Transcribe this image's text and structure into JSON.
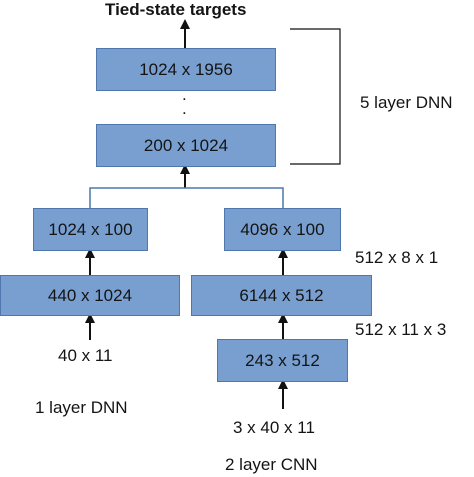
{
  "title": "Tied-state targets",
  "dnn_stack": {
    "top_layer": "1024 x 1956",
    "ellipsis": ".",
    "bottom_layer": "200 x 1024",
    "bracket_label": "5 layer DNN"
  },
  "left_branch": {
    "upper_layer": "1024 x 100",
    "lower_layer": "440 x 1024",
    "input": "40 x 11",
    "caption": "1 layer DNN"
  },
  "right_branch": {
    "upper_layer": "4096 x 100",
    "middle_layer": "6144 x 512",
    "lower_layer": "243 x 512",
    "input": "3 x 40 x 11",
    "caption": "2 layer CNN",
    "upper_side_label": "512 x 8 x 1",
    "lower_side_label": "512 x 11 x 3"
  },
  "colors": {
    "box_fill": "#789fd0",
    "box_border": "#4d77ad",
    "connector": "#4d77ad",
    "arrow": "#111111"
  }
}
